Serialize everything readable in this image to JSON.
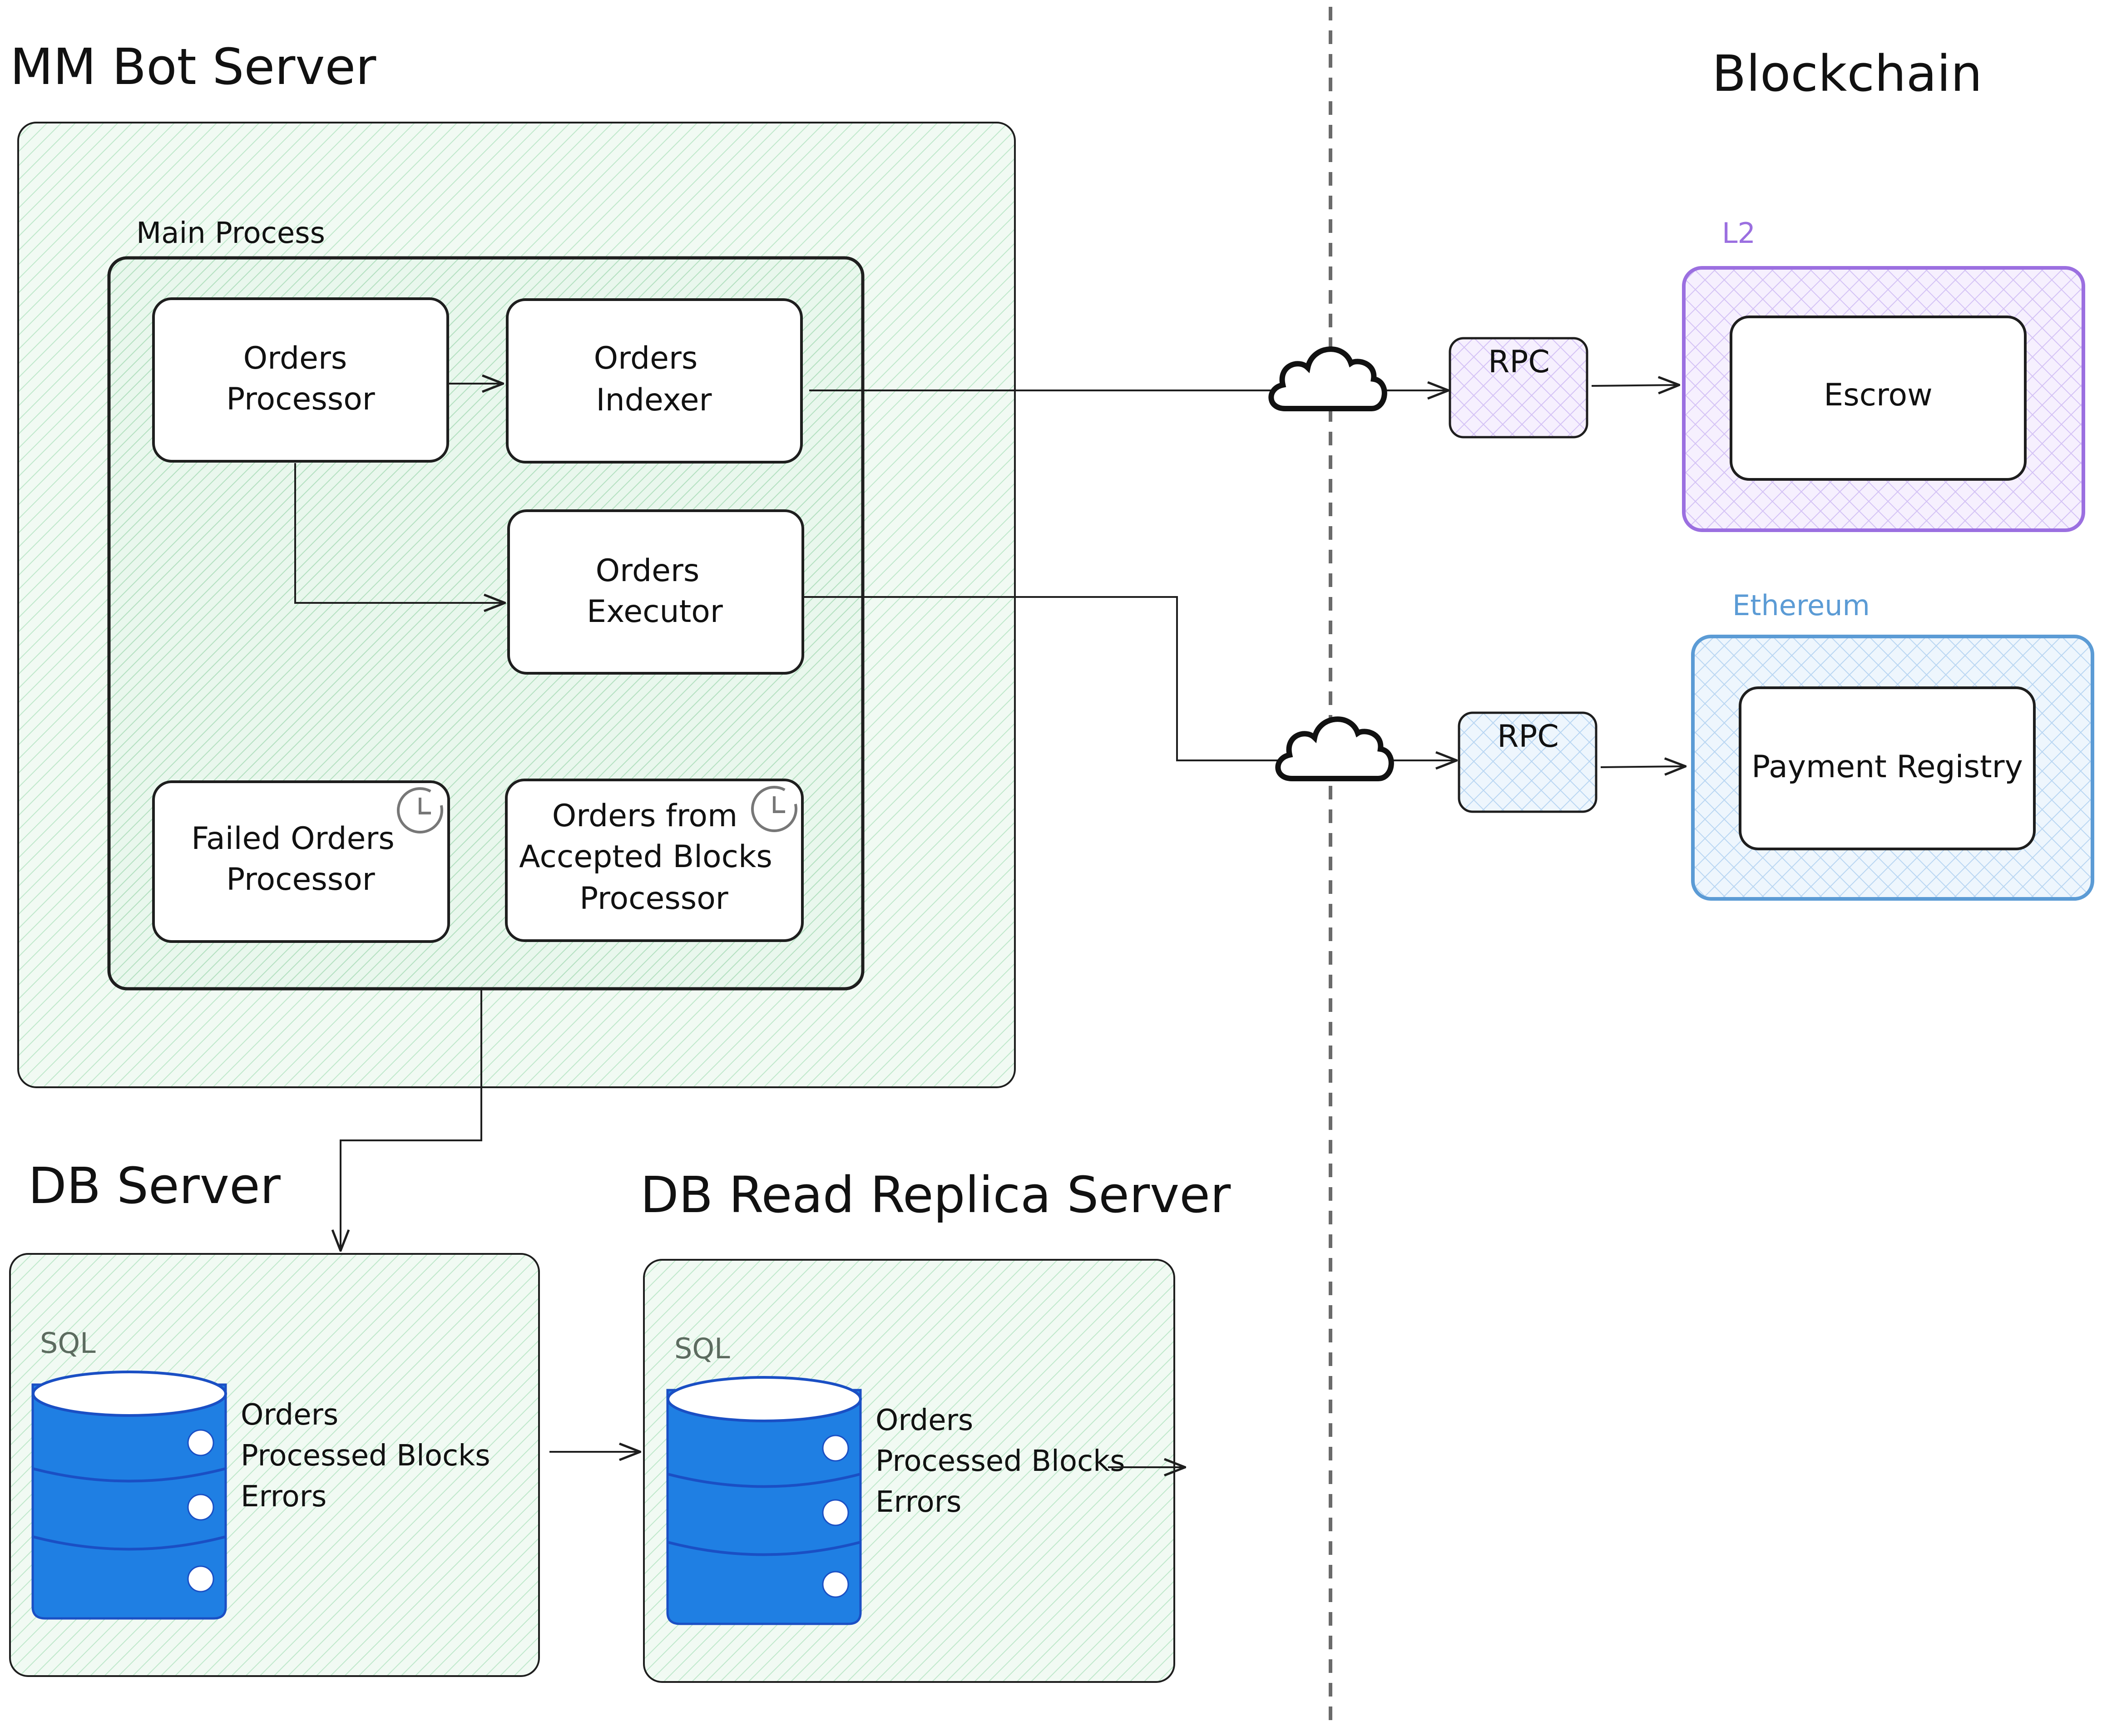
{
  "sections": {
    "mm_bot_server": "MM Bot Server",
    "blockchain": "Blockchain",
    "db_server": "DB Server",
    "db_read_replica_server": "DB Read Replica Server"
  },
  "main_process": {
    "label": "Main Process",
    "orders_processor": [
      "Orders",
      "Processor"
    ],
    "orders_indexer": [
      "Orders",
      "Indexer"
    ],
    "orders_executor": [
      "Orders",
      "Executor"
    ],
    "failed_orders_processor": [
      "Failed Orders",
      "Processor"
    ],
    "orders_from_accepted_blocks_processor": [
      "Orders from",
      "Accepted Blocks",
      "Processor"
    ]
  },
  "l2": {
    "label": "L2",
    "rpc": "RPC",
    "contract": "Escrow"
  },
  "ethereum": {
    "label": "Ethereum",
    "rpc": "RPC",
    "contract": "Payment Registry"
  },
  "db": {
    "tag": "SQL",
    "tables": [
      "Orders",
      "Processed Blocks",
      "Errors"
    ]
  },
  "db_replica": {
    "tag": "SQL",
    "tables": [
      "Orders",
      "Processed Blocks",
      "Errors"
    ]
  },
  "colors": {
    "green_fill": "#ebf8ee",
    "green_hatch": "#b2e5c0",
    "purple_stroke": "#9b6fe0",
    "purple_fill": "#f1eafd",
    "blue_stroke": "#5b9bd5",
    "blue_fill": "#e6f1fc",
    "db_blue": "#1f7fe3"
  }
}
